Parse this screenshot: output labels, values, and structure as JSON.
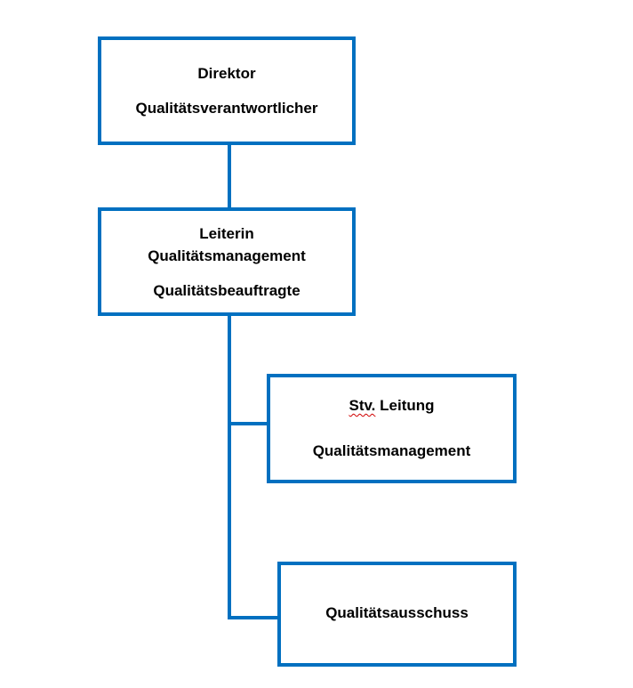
{
  "colors": {
    "border": "#0070C0",
    "text": "#000000",
    "spellcheck": "#d00000"
  },
  "boxes": {
    "director": {
      "line1": "Direktor",
      "line2": "Qualitätsverantwortlicher"
    },
    "head_qm": {
      "line1": "Leiterin",
      "line2": "Qualitätsmanagement",
      "line3": "Qualitätsbeauftragte"
    },
    "deputy_qm": {
      "line1_prefix": "Stv.",
      "line1_rest": " Leitung",
      "line2": "Qualitätsmanagement"
    },
    "committee": {
      "line1": "Qualitätsausschuss"
    }
  }
}
